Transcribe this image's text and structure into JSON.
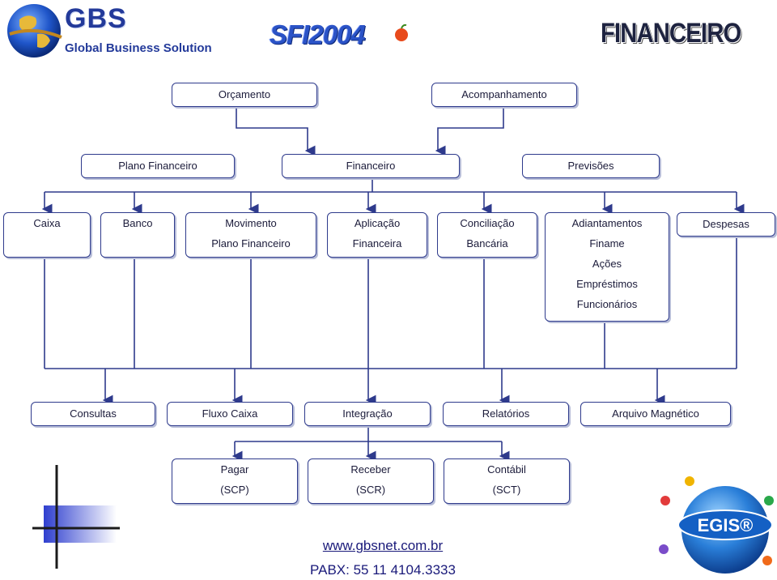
{
  "header": {
    "logo_text": "GBS",
    "logo_subtitle": "Global Business Solution",
    "product_name": "SFI2004",
    "section_title": "FINANCEIRO"
  },
  "top_row": [
    "Orçamento",
    "Acompanhamento"
  ],
  "second_row": [
    "Plano Financeiro",
    "Financeiro",
    "Previsões"
  ],
  "modules": [
    {
      "lines": [
        "Caixa"
      ]
    },
    {
      "lines": [
        "Banco"
      ]
    },
    {
      "lines": [
        "Movimento",
        "Plano Financeiro"
      ]
    },
    {
      "lines": [
        "Aplicação",
        "Financeira"
      ]
    },
    {
      "lines": [
        "Conciliação",
        "Bancária"
      ]
    },
    {
      "lines": [
        "Adiantamentos",
        "Finame",
        "Ações",
        "Empréstimos",
        "Funcionários"
      ]
    },
    {
      "lines": [
        "Despesas"
      ]
    }
  ],
  "outputs": [
    "Consultas",
    "Fluxo Caixa",
    "Integração",
    "Relatórios",
    "Arquivo Magnético"
  ],
  "integrations": [
    {
      "lines": [
        "Pagar",
        "(SCP)"
      ]
    },
    {
      "lines": [
        "Receber",
        "(SCR)"
      ]
    },
    {
      "lines": [
        "Contábil",
        "(SCT)"
      ]
    }
  ],
  "footer": {
    "website": "www.gbsnet.com.br",
    "phone": "PABX: 55 11 4104.3333",
    "partner_logo": "EGIS®"
  },
  "colors": {
    "border": "#2e3a8c",
    "line": "#2e3a8c",
    "accent": "#2b53c7"
  }
}
